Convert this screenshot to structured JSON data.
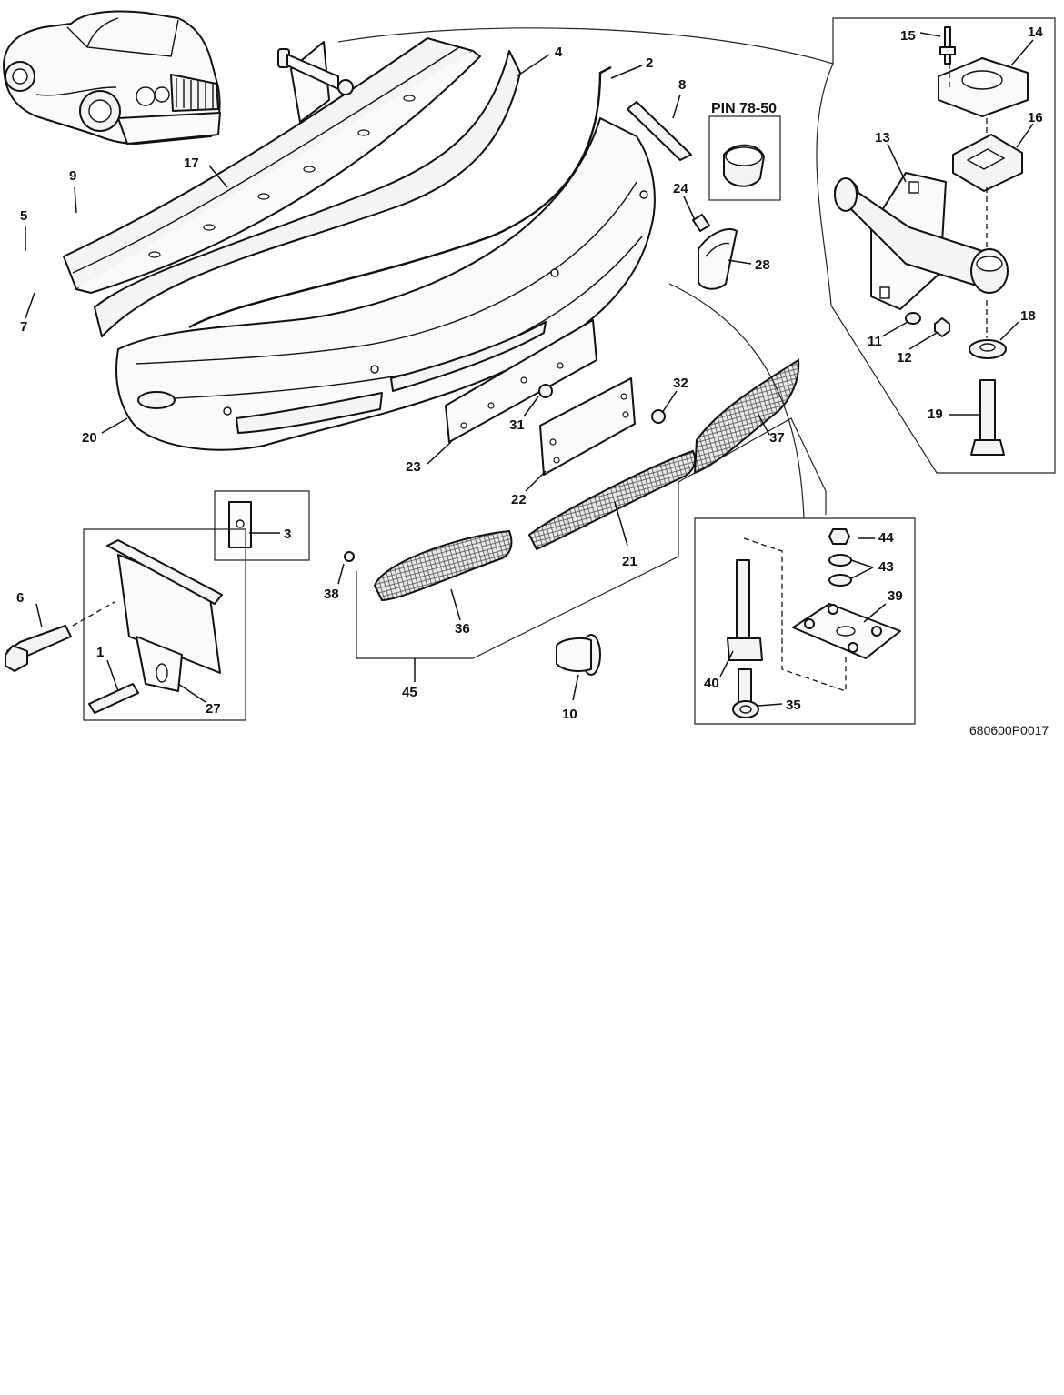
{
  "drawing": {
    "reference_code": "680600P0017",
    "pin_label": "PIN 78-50"
  },
  "callouts": {
    "c1": "1",
    "c2": "2",
    "c3": "3",
    "c4": "4",
    "c5": "5",
    "c6": "6",
    "c7": "7",
    "c8": "8",
    "c9": "9",
    "c10": "10",
    "c11": "11",
    "c12": "12",
    "c13": "13",
    "c14": "14",
    "c15": "15",
    "c16": "16",
    "c17": "17",
    "c18": "18",
    "c19": "19",
    "c20": "20",
    "c21": "21",
    "c22": "22",
    "c23": "23",
    "c24": "24",
    "c27": "27",
    "c28": "28",
    "c31": "31",
    "c32": "32",
    "c35": "35",
    "c36": "36",
    "c37": "37",
    "c38": "38",
    "c39": "39",
    "c40": "40",
    "c43": "43",
    "c44": "44",
    "c45": "45"
  }
}
